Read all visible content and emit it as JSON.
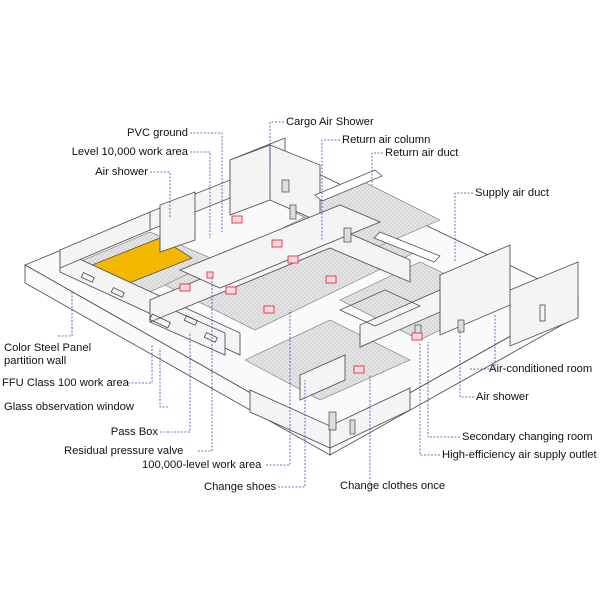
{
  "diagram": {
    "labels": {
      "pvc_ground": "PVC ground",
      "level_10000": "Level 10,000 work area",
      "air_shower_top": "Air shower",
      "cargo_air_shower": "Cargo Air Shower",
      "return_air_column": "Return air column",
      "return_air_duct": "Return air duct",
      "supply_air_duct": "Supply air duct",
      "color_steel_panel": "Color Steel Panel\npartition wall",
      "ffu_class_100": "FFU Class 100 work area",
      "glass_window": "Glass observation window",
      "pass_box": "Pass Box",
      "residual_valve": "Residual pressure valve",
      "level_100000": "100,000-level work area",
      "change_shoes": "Change shoes",
      "change_clothes": "Change clothes once",
      "air_conditioned_room": "Air-conditioned room",
      "air_shower_right": "Air shower",
      "secondary_changing": "Secondary changing room",
      "hepa_outlet": "High-efficiency air supply outlet"
    },
    "colors": {
      "highlight_area": "#f5b800",
      "leader_line": "#3a4fb0",
      "wall_stroke": "#555555",
      "supply_unit": "#e03040",
      "floor_hatch": "#cfcfcf"
    }
  }
}
